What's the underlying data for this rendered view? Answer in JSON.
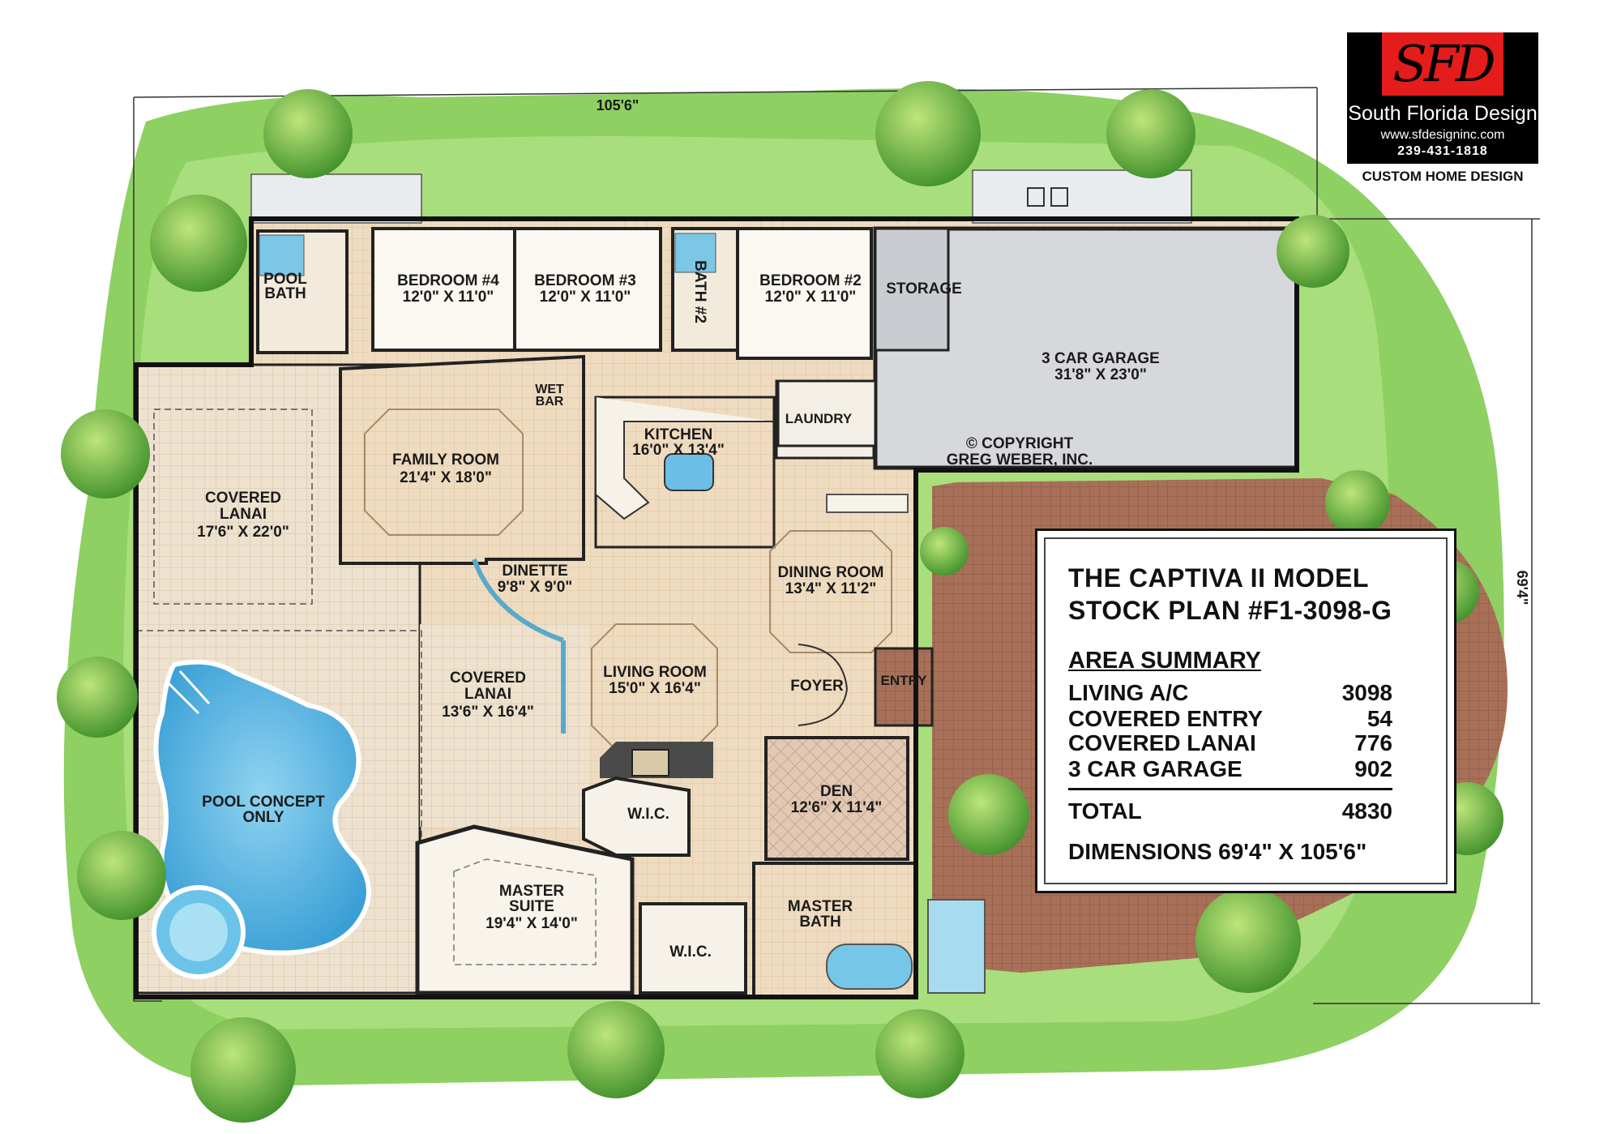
{
  "plan": {
    "title": "THE CAPTIVA II MODEL",
    "stock": "STOCK PLAN #F1-3098-G",
    "area_heading": "AREA SUMMARY",
    "area": [
      {
        "label": "LIVING A/C",
        "value": "3098"
      },
      {
        "label": "COVERED ENTRY",
        "value": "54"
      },
      {
        "label": "COVERED LANAI",
        "value": "776"
      },
      {
        "label": "3 CAR GARAGE",
        "value": "902"
      }
    ],
    "total": {
      "label": "TOTAL",
      "value": "4830"
    },
    "dimensions": "DIMENSIONS 69'4\" X 105'6\""
  },
  "logo": {
    "mark": "SFD",
    "name": "South Florida Design",
    "url": "www.sfdesigninc.com",
    "phone": "239-431-1818",
    "tagline": "CUSTOM HOME DESIGN"
  },
  "dimensions": {
    "width": "105'6\"",
    "depth": "69'4\""
  },
  "rooms": {
    "pool_bath_1": "POOL",
    "pool_bath_2": "BATH",
    "bed4": "BEDROOM #4",
    "bed4_size": "12'0\" X 11'0\"",
    "bed3": "BEDROOM #3",
    "bed3_size": "12'0\" X 11'0\"",
    "bath2": "BATH #2",
    "bed2": "BEDROOM #2",
    "bed2_size": "12'0\" X 11'0\"",
    "storage": "STORAGE",
    "garage": "3 CAR GARAGE",
    "garage_size": "31'8\" X 23'0\"",
    "copyright1": "© COPYRIGHT",
    "copyright2": "GREG WEBER, INC.",
    "wetbar1": "WET",
    "wetbar2": "BAR",
    "kitchen": "KITCHEN",
    "kitchen_size": "16'0\" X 13'4\"",
    "laundry": "LAUNDRY",
    "family": "FAMILY ROOM",
    "family_size": "21'4\" X 18'0\"",
    "lanai1": "COVERED",
    "lanai1b": "LANAI",
    "lanai1_size": "17'6\" X 22'0\"",
    "dinette": "DINETTE",
    "dinette_size": "9'8\" X 9'0\"",
    "dining": "DINING ROOM",
    "dining_size": "13'4\" X 11'2\"",
    "lanai2": "COVERED",
    "lanai2b": "LANAI",
    "lanai2_size": "13'6\" X 16'4\"",
    "living": "LIVING ROOM",
    "living_size": "15'0\" X 16'4\"",
    "foyer": "FOYER",
    "entry": "ENTRY",
    "pool1": "POOL CONCEPT",
    "pool2": "ONLY",
    "wic1": "W.I.C.",
    "den": "DEN",
    "den_size": "12'6\" X 11'4\"",
    "master1": "MASTER",
    "master2": "SUITE",
    "master_size": "19'4\" X 14'0\"",
    "mbath1": "MASTER",
    "mbath2": "BATH",
    "wic2": "W.I.C."
  }
}
